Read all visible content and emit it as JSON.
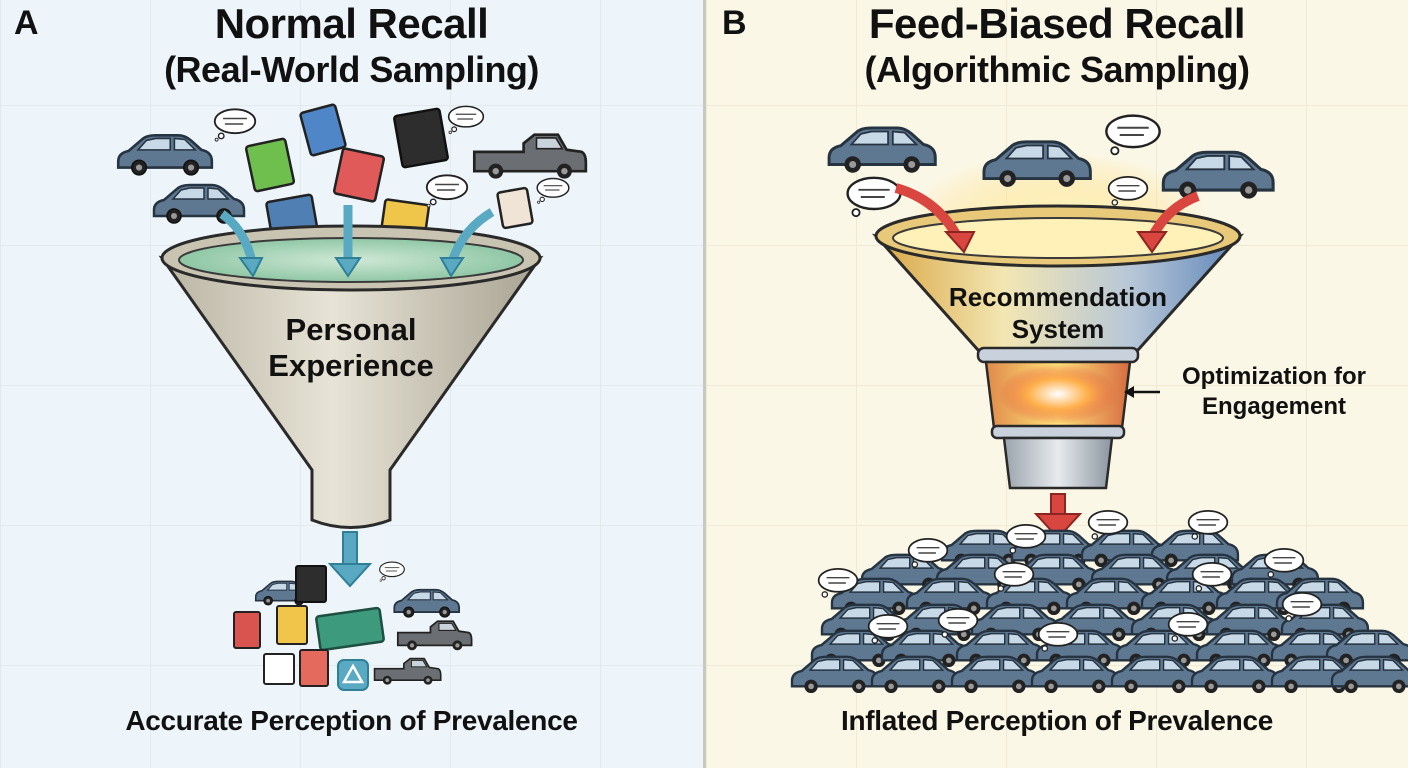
{
  "panel_a": {
    "letter": "A",
    "title": "Normal Recall",
    "subtitle": "(Real-World Sampling)",
    "funnel_label_line1": "Personal",
    "funnel_label_line2": "Experience",
    "caption": "Accurate Perception of Prevalence"
  },
  "panel_b": {
    "letter": "B",
    "title": "Feed-Biased Recall",
    "subtitle": "(Algorithmic Sampling)",
    "funnel_label_line1": "Recommendation",
    "funnel_label_line2": "System",
    "annotation_line1": "Optimization for",
    "annotation_line2": "Engagement",
    "caption": "Inflated Perception of Prevalence"
  },
  "colors": {
    "car": "#5f7892",
    "funnel_a": "#d8d3c2",
    "arrow_a": "#5aa9c2",
    "arrow_b": "#d9453f",
    "glow": "#ffd35a"
  },
  "icons": [
    "car-icon",
    "book-icon",
    "speech-bubble-icon",
    "pickup-truck-icon",
    "recycle-icon"
  ]
}
